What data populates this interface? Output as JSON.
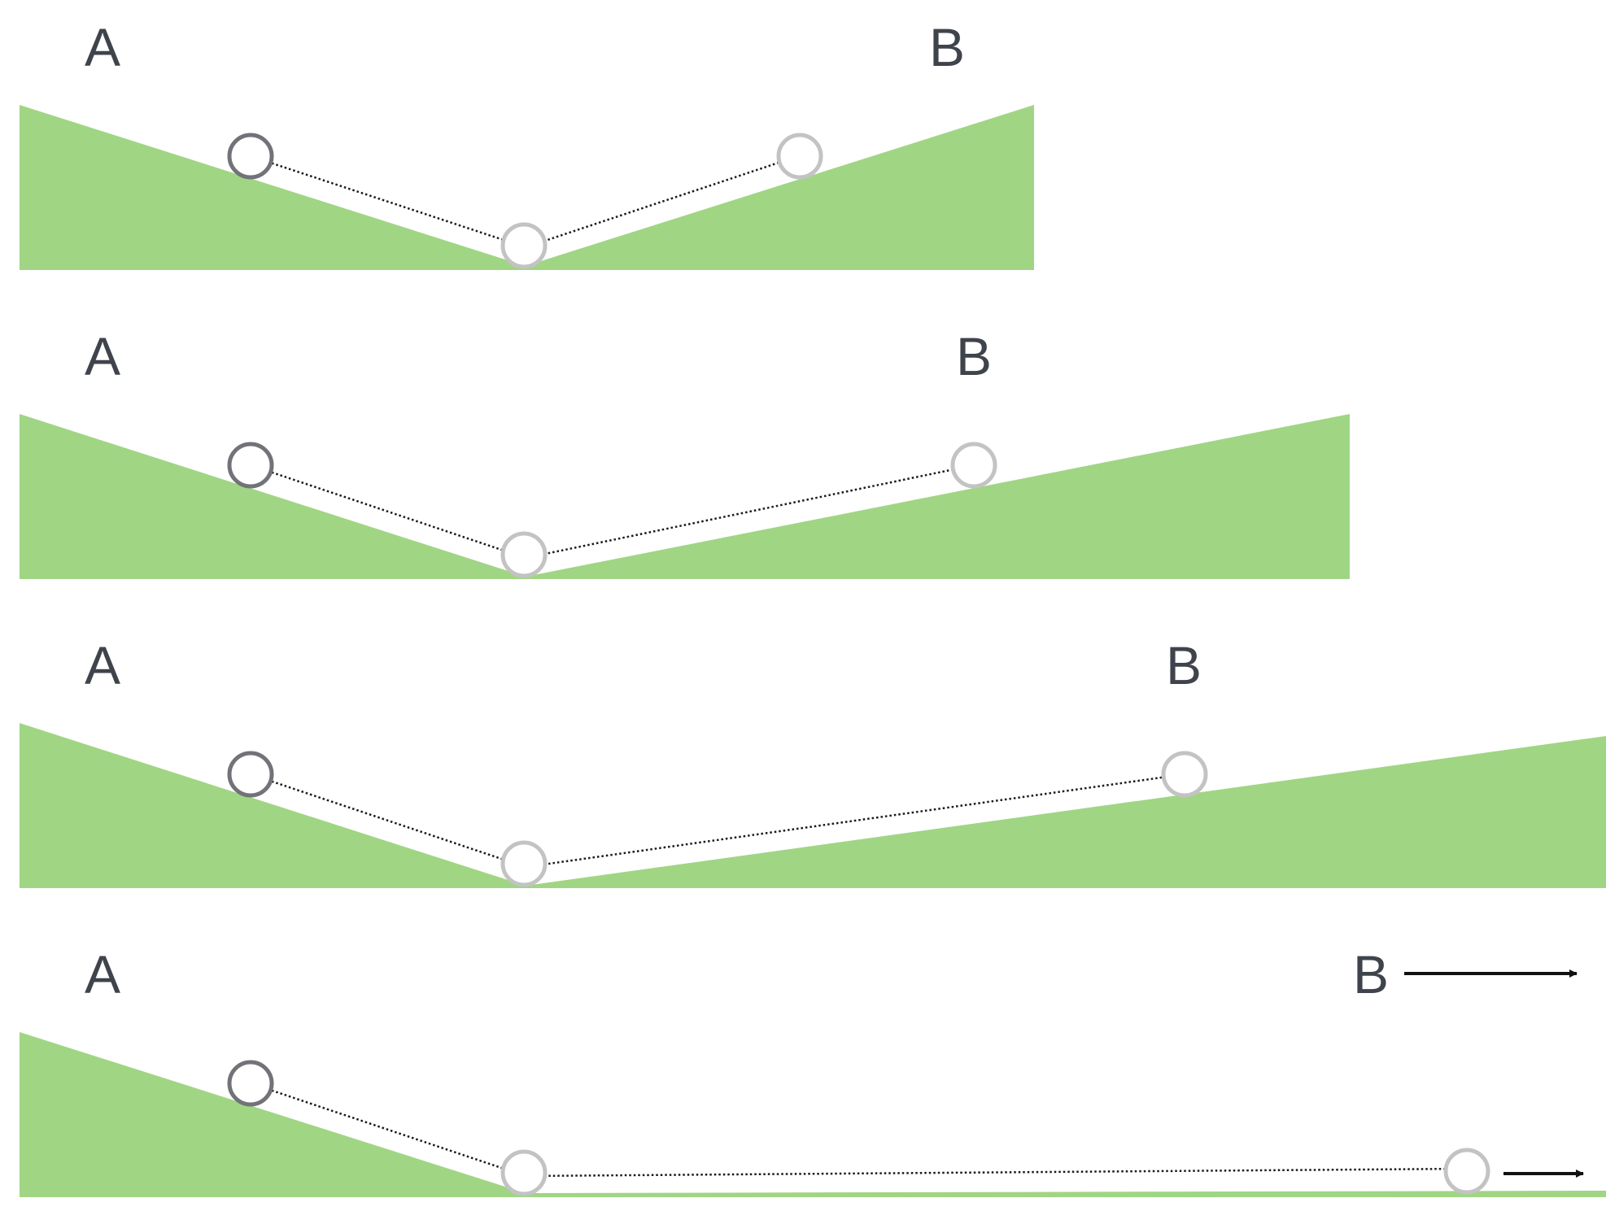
{
  "labels": {
    "start": "A",
    "end": "B"
  },
  "colors": {
    "ground": "#a0d584",
    "label": "#3f444c",
    "ball_start": "#717378",
    "ball_other": "#c3c3c3",
    "path": "#1a1a1a",
    "arrow": "#111111"
  },
  "panels": [
    {
      "id": "panel-1",
      "right_slope": "steep",
      "shows_arrows": false
    },
    {
      "id": "panel-2",
      "right_slope": "moderate",
      "shows_arrows": false
    },
    {
      "id": "panel-3",
      "right_slope": "gentle",
      "shows_arrows": false
    },
    {
      "id": "panel-4",
      "right_slope": "flat",
      "shows_arrows": true
    }
  ]
}
